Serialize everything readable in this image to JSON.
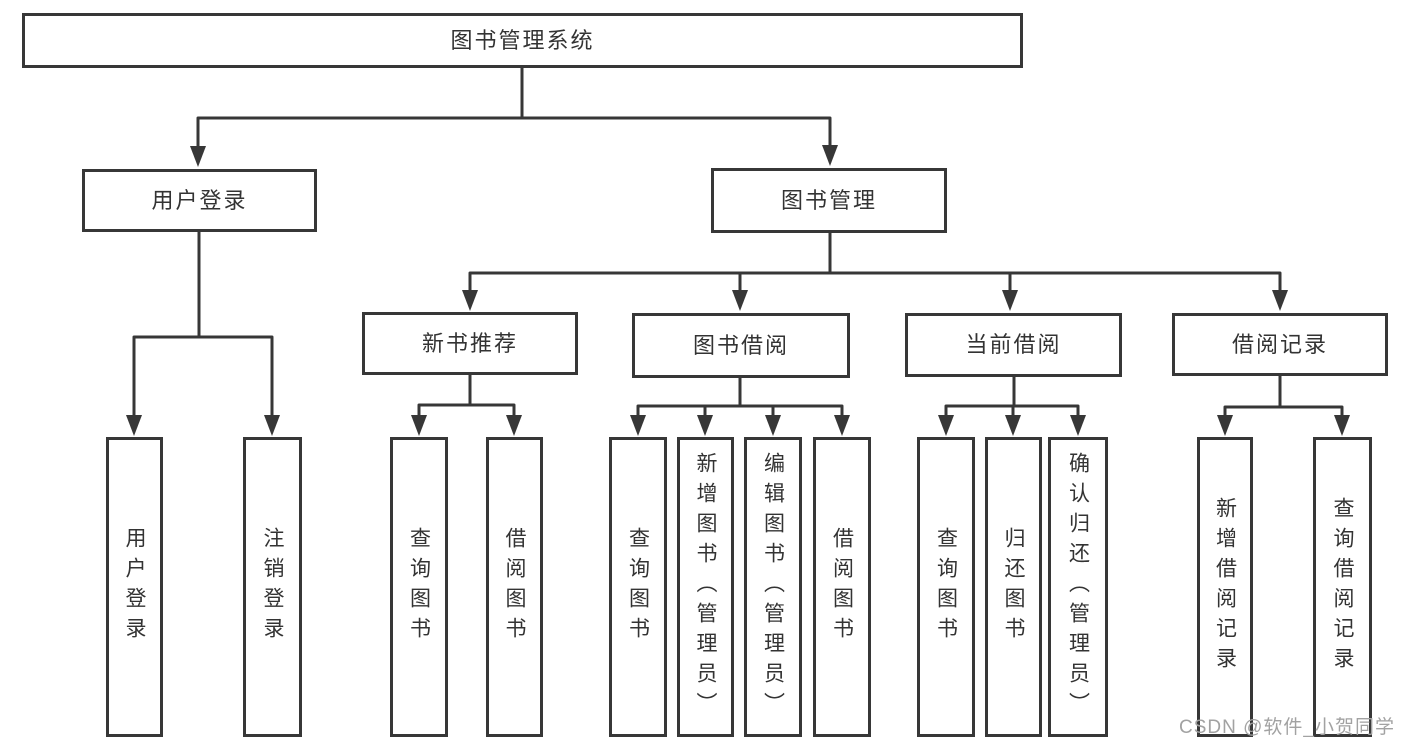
{
  "tree": {
    "root": {
      "label": "图书管理系统"
    },
    "branches": [
      {
        "label": "用户登录",
        "children": [
          {
            "label": "用户登录"
          },
          {
            "label": "注销登录"
          }
        ]
      },
      {
        "label": "图书管理",
        "groups": [
          {
            "label": "新书推荐",
            "children": [
              {
                "label": "查询图书"
              },
              {
                "label": "借阅图书"
              }
            ]
          },
          {
            "label": "图书借阅",
            "children": [
              {
                "label": "查询图书"
              },
              {
                "label": "新增图书（管理员）"
              },
              {
                "label": "编辑图书（管理员）"
              },
              {
                "label": "借阅图书"
              }
            ]
          },
          {
            "label": "当前借阅",
            "children": [
              {
                "label": "查询图书"
              },
              {
                "label": "归还图书"
              },
              {
                "label": "确认归还（管理员）"
              }
            ]
          },
          {
            "label": "借阅记录",
            "children": [
              {
                "label": "新增借阅记录"
              },
              {
                "label": "查询借阅记录"
              }
            ]
          }
        ]
      }
    ]
  },
  "watermark": "CSDN @软件_小贺同学",
  "colors": {
    "line": "#373737",
    "border": "#373737",
    "text": "#333333",
    "background": "#ffffff",
    "watermark": "#a2a2a2"
  }
}
